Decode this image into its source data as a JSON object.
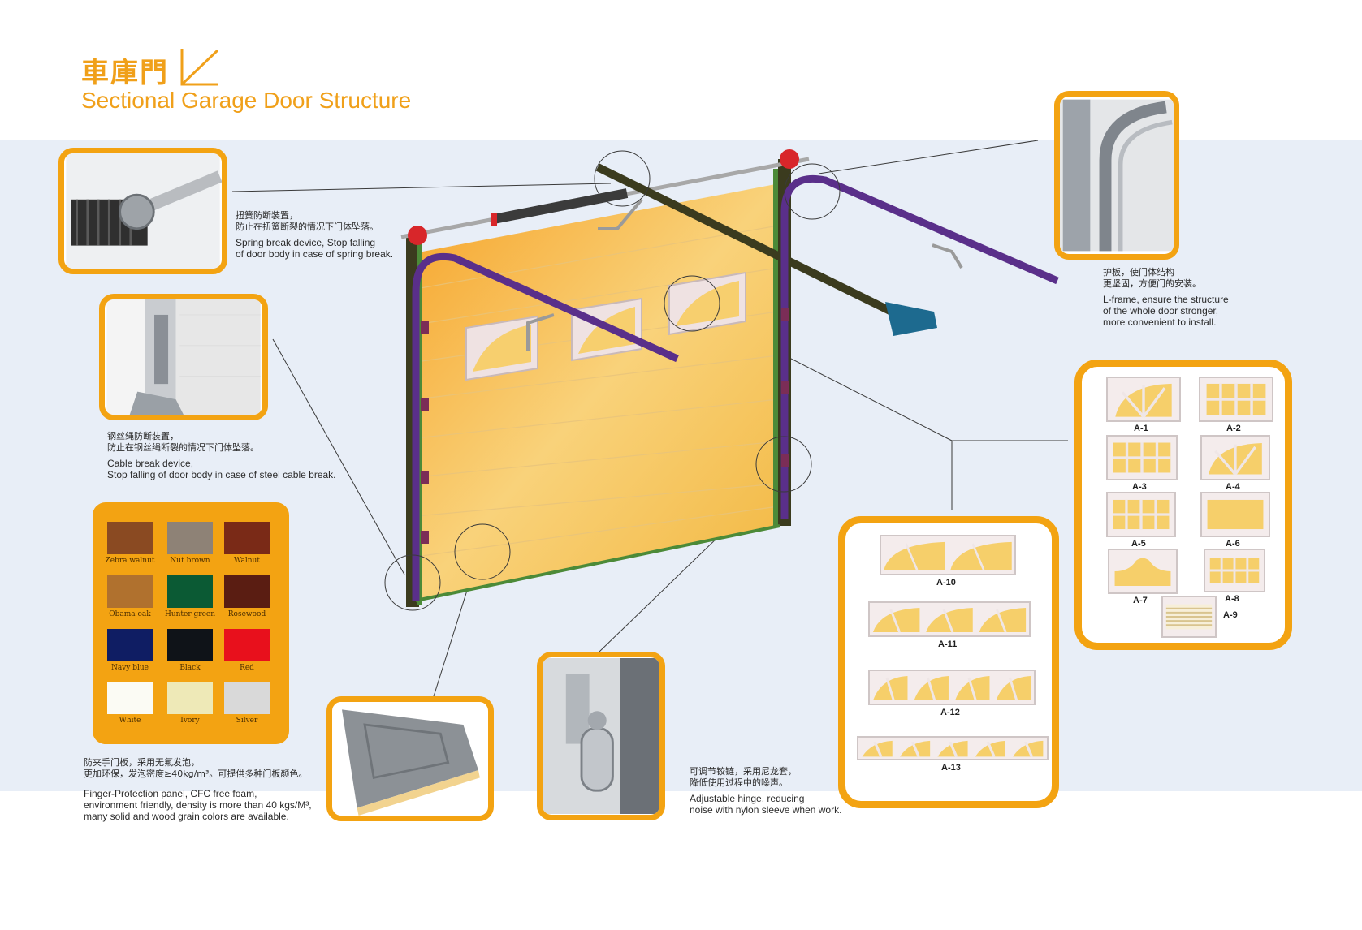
{
  "header": {
    "title_zh": "車庫門",
    "title_en": "Sectional Garage Door Structure"
  },
  "colors": {
    "accent": "#f3a312",
    "door_panel": "#f6b73c",
    "track": "#5a2f8a",
    "frame": "#3b3b1e"
  },
  "captions": {
    "spring": {
      "zh1": "扭簧防断装置，",
      "zh2": "防止在扭簧断裂的情况下门体坠落。",
      "en1": "Spring break device, Stop falling",
      "en2": "of door body in case of spring break."
    },
    "cable": {
      "zh1": "钢丝绳防断装置，",
      "zh2": "防止在钢丝绳断裂的情况下门体坠落。",
      "en1": "Cable break device,",
      "en2": "Stop falling of door body in case of steel cable break."
    },
    "lframe": {
      "zh1": "护板，使门体结构",
      "zh2": "更坚固，方便门的安装。",
      "en1": "L-frame, ensure the structure",
      "en2": "of the whole door stronger,",
      "en3": "more convenient to install."
    },
    "panel": {
      "zh1": "防夹手门板，采用无氟发泡，",
      "zh2": "更加环保，发泡密度≥40kg/m³。可提供多种门板颜色。",
      "en1": "Finger-Protection panel, CFC free foam,",
      "en2": "environment friendly, density is more than 40 kgs/M³,",
      "en3": "many solid and wood grain colors are available."
    },
    "hinge": {
      "zh1": "可调节铰链，采用尼龙套，",
      "zh2": "降低使用过程中的噪声。",
      "en1": "Adjustable hinge, reducing",
      "en2": "noise with nylon sleeve when work."
    }
  },
  "swatches": [
    {
      "label": "Zebra walnut",
      "color": "#8a4a22"
    },
    {
      "label": "Nut brown",
      "color": "#8e8276"
    },
    {
      "label": "Walnut",
      "color": "#7a2a17"
    },
    {
      "label": "Obama oak",
      "color": "#b0712e"
    },
    {
      "label": "Hunter green",
      "color": "#0b5a34"
    },
    {
      "label": "Rosewood",
      "color": "#5a1d12"
    },
    {
      "label": "Navy blue",
      "color": "#0f1d63"
    },
    {
      "label": "Black",
      "color": "#0f1318"
    },
    {
      "label": "Red",
      "color": "#e8101c"
    },
    {
      "label": "White",
      "color": "#fbfbf4"
    },
    {
      "label": "Ivory",
      "color": "#eee9b7"
    },
    {
      "label": "Silver",
      "color": "#d9d9d9"
    }
  ],
  "windows_small": [
    "A-1",
    "A-2",
    "A-3",
    "A-4",
    "A-5",
    "A-6",
    "A-7",
    "A-8",
    "A-9"
  ],
  "windows_long": [
    "A-10",
    "A-11",
    "A-12",
    "A-13"
  ]
}
